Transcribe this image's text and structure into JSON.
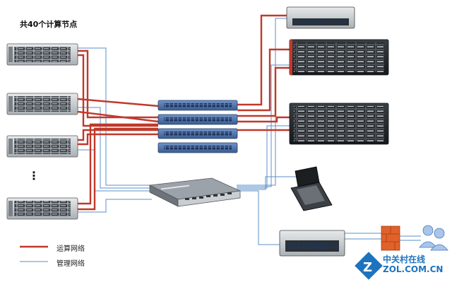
{
  "title": "共40个计算节点",
  "legend": {
    "compute_net": "运算网络",
    "mgmt_net": "管理网络"
  },
  "ellipsis": "⋮",
  "colors": {
    "compute": "#c0392b",
    "mgmt": "#5b8fc9",
    "switch": "#4b6fa8",
    "server": "#2d3237"
  },
  "watermark": "中关村在线 ZOL.COM.CN"
}
